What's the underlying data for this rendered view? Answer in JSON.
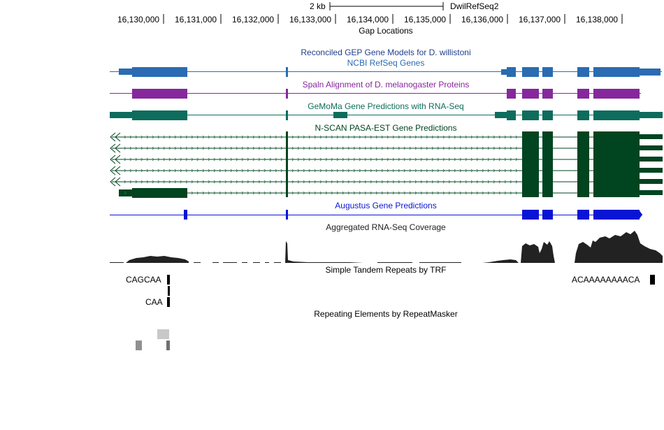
{
  "colors": {
    "reconciled": "#1f3f8a",
    "refseq": "#2a6bb2",
    "spaln": "#86279c",
    "gemoma": "#0d6c5c",
    "nscan": "#004420",
    "augustus": "#0a14d4",
    "coverage": "#222222",
    "black": "#000000"
  },
  "ruler": {
    "scale_label": "2 kb",
    "assembly_label": "DwilRefSeq2",
    "positions": [
      "16,130,000",
      "16,131,000",
      "16,132,000",
      "16,133,000",
      "16,134,000",
      "16,135,000",
      "16,136,000",
      "16,137,000",
      "16,138,000"
    ]
  },
  "tracks": {
    "gap": "Gap Locations",
    "reconciled": "Reconciled GEP Gene Models for D. willistoni",
    "refseq": "NCBI RefSeq Genes",
    "spaln": "Spaln Alignment of D. melanogaster Proteins",
    "gemoma": "GeMoMa Gene Predictions with RNA-Seq",
    "nscan": "N-SCAN PASA-EST Gene Predictions",
    "augustus": "Augustus Gene Predictions",
    "coverage": "Aggregated RNA-Seq Coverage",
    "trf": "Simple Tandem Repeats by TRF",
    "repeatmasker": "Repeating Elements by RepeatMasker"
  },
  "repeats": {
    "trf_left_top": "CAGCAA",
    "trf_left_bottom": "CAA",
    "trf_right": "ACAAAAAAAACA"
  }
}
